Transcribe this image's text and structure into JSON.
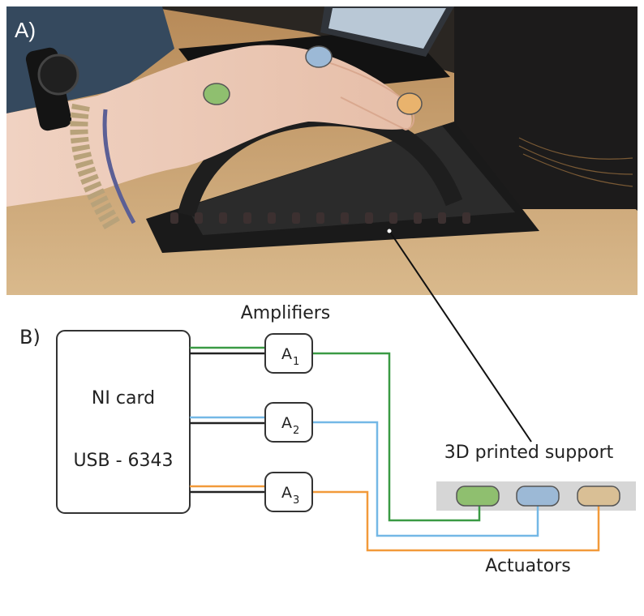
{
  "panel_a": {
    "label": "A)",
    "marker_colors": {
      "green": "#8fbf6f",
      "blue": "#9cb9d6",
      "orange": "#e9b36d"
    }
  },
  "panel_b": {
    "label": "B)",
    "ni_card": {
      "line1": "NI card",
      "line2": "USB - 6343"
    },
    "amplifiers_title": "Amplifiers",
    "amplifiers": [
      {
        "letter": "A",
        "sub": "1"
      },
      {
        "letter": "A",
        "sub": "2"
      },
      {
        "letter": "A",
        "sub": "3"
      }
    ],
    "support_label": "3D printed support",
    "actuators_label": "Actuators",
    "wire_colors": {
      "green": "#3a9a44",
      "blue": "#74b8e6",
      "orange": "#f29a3a",
      "black": "#222222"
    },
    "actuator_colors": {
      "green": "#8fbf6f",
      "blue": "#9cb9d6",
      "orange": "#d9bf95"
    },
    "support_color": "#d6d6d6"
  }
}
